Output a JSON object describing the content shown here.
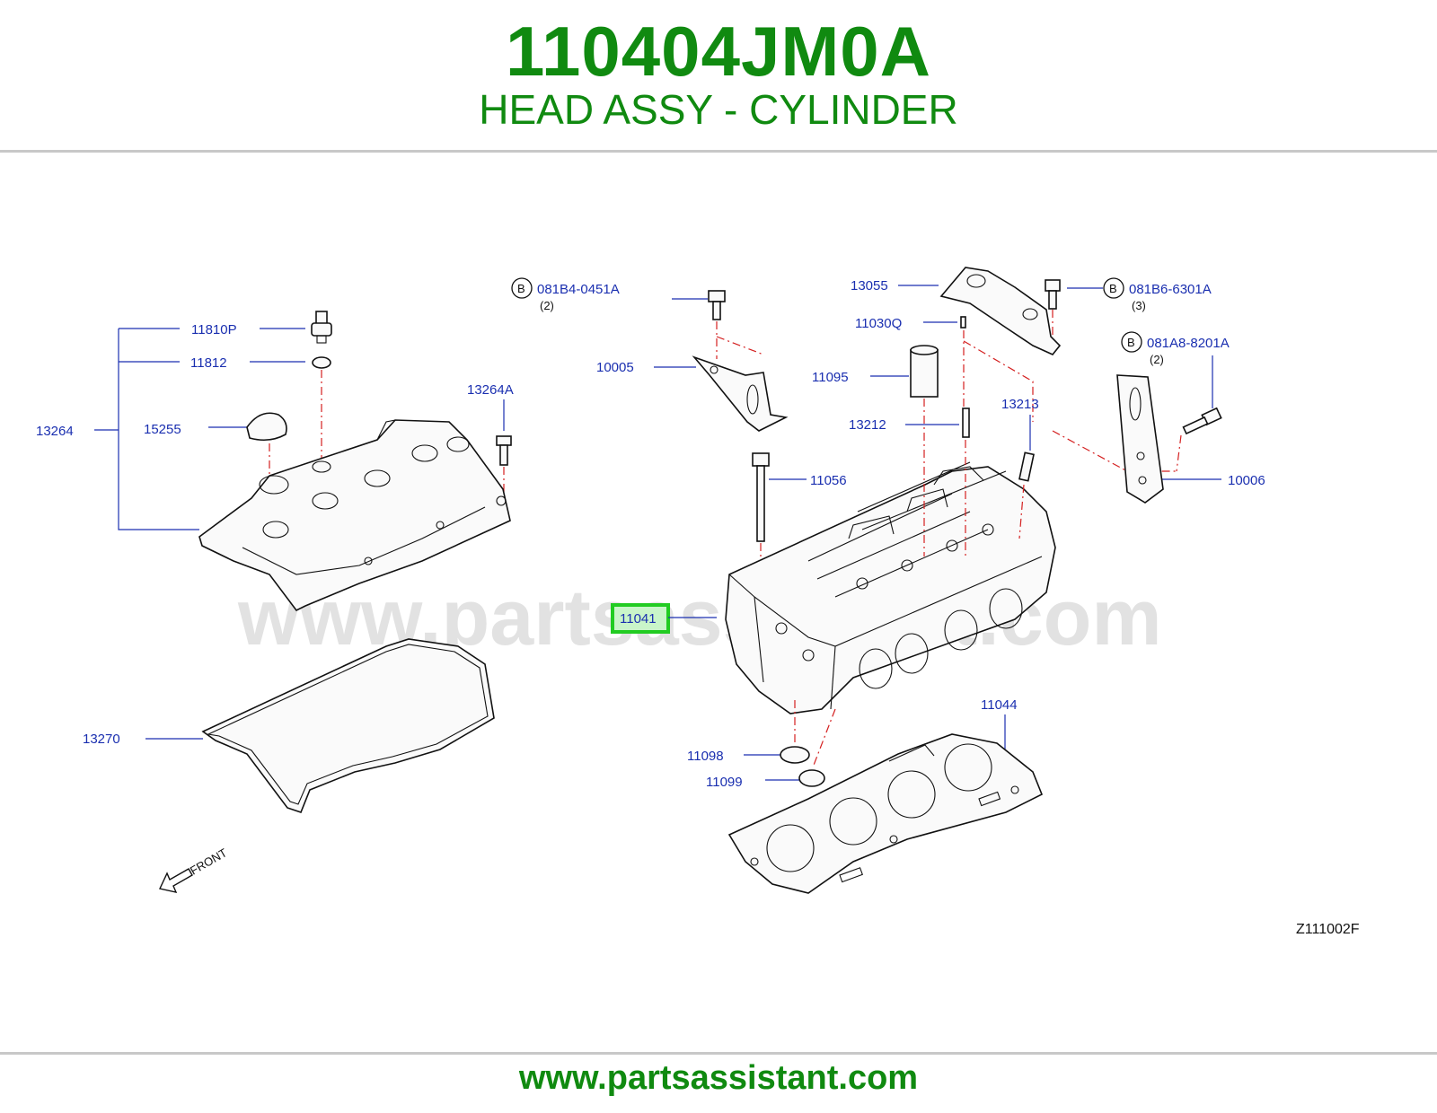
{
  "header": {
    "part_number": "110404JM0A",
    "part_title": "HEAD ASSY - CYLINDER"
  },
  "diagram": {
    "watermark": "www.partsassistant.com",
    "diagram_code": "Z111002F",
    "front_label": "FRONT",
    "highlighted_part": "11041",
    "callouts": {
      "p11810P": "11810P",
      "p11812": "11812",
      "p13264": "13264",
      "p15255": "15255",
      "p13264A": "13264A",
      "p13270": "13270",
      "p10005": "10005",
      "p11056": "11056",
      "p11041": "11041",
      "p11098": "11098",
      "p11099": "11099",
      "p11044": "11044",
      "p13055": "13055",
      "p11030Q": "11030Q",
      "p11095": "11095",
      "p13212": "13212",
      "p13213": "13213",
      "p10006": "10006"
    },
    "bolts": [
      {
        "circle": "B",
        "code": "081B4-0451A",
        "qty": "(2)"
      },
      {
        "circle": "B",
        "code": "081B6-6301A",
        "qty": "(3)"
      },
      {
        "circle": "B",
        "code": "081A8-8201A",
        "qty": "(2)"
      }
    ]
  },
  "footer": {
    "url": "www.partsassistant.com"
  },
  "colors": {
    "brand_green": "#108a10",
    "callout_blue": "#1a2fb0",
    "leader_red": "#d42020",
    "highlight_box": "#22cc22",
    "highlight_fill": "#c9f5c9"
  }
}
